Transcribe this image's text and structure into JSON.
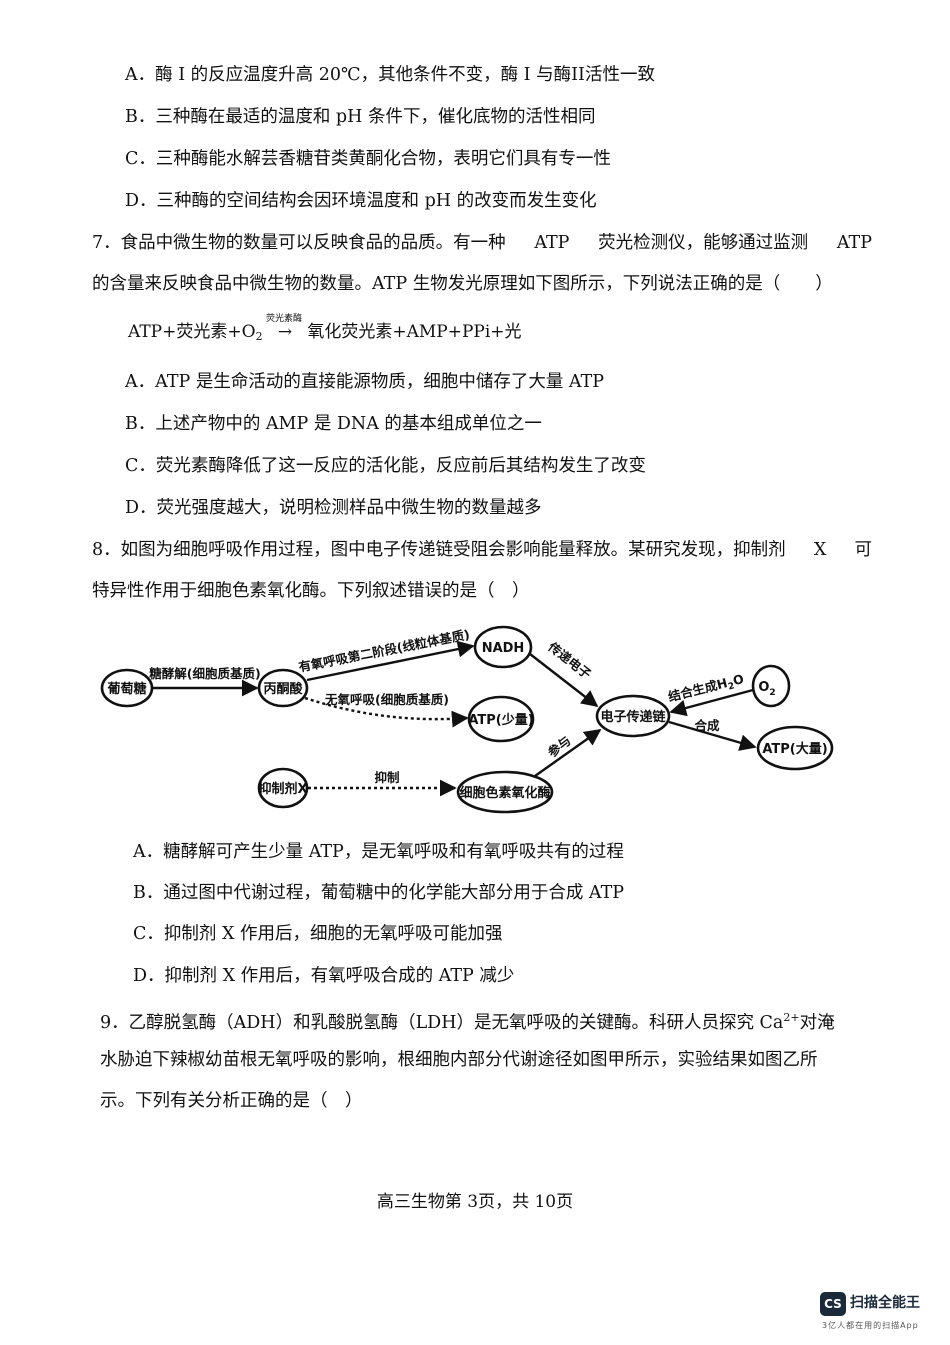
{
  "q6": {
    "options": [
      "A．酶 I 的反应温度升高 20℃，其他条件不变，酶 I 与酶II活性一致",
      "B．三种酶在最适的温度和 pH 条件下，催化底物的活性相同",
      "C．三种酶能水解芸香糖苷类黄酮化合物，表明它们具有专一性",
      "D．三种酶的空间结构会因环境温度和 pH 的改变而发生变化"
    ]
  },
  "q7": {
    "stem_line1_parts": [
      "7．食品中微生物的数量可以反映食品的品质。有一种",
      "ATP",
      "荧光检测仪，能够通过监测",
      "ATP"
    ],
    "stem_line2": "的含量来反映食品中微生物的数量。ATP 生物发光原理如下图所示，下列说法正确的是（　　）",
    "equation": {
      "left": "ATP+荧光素+O",
      "left_sub": "2",
      "catalyst": "荧光素酶",
      "arrow": "→",
      "right": "氧化荧光素+AMP+PPi+光"
    },
    "options": [
      "A．ATP 是生命活动的直接能源物质，细胞中储存了大量 ATP",
      "B．上述产物中的 AMP 是 DNA 的基本组成单位之一",
      "C．荧光素酶降低了这一反应的活化能，反应前后其结构发生了改变",
      "D．荧光强度越大，说明检测样品中微生物的数量越多"
    ]
  },
  "q8": {
    "stem_line1_parts": [
      "8．如图为细胞呼吸作用过程，图中电子传递链受阻会影响能量释放。某研究发现，抑制剂",
      "X",
      "可"
    ],
    "stem_line2": "特异性作用于细胞色素氧化酶。下列叙述错误的是（　）",
    "diagram": {
      "glucose": "葡萄糖",
      "glycolysis": "糖酵解(细胞质基质)",
      "pyruvate": "丙酮酸",
      "aerobic_stage2": "有氧呼吸第二阶段(线粒体基质)",
      "nadh": "NADH",
      "transfer_e": "传递电子",
      "anaerobic": "无氧呼吸(细胞质基质)",
      "atp_small": "ATP(少量)",
      "etc": "电子传递链",
      "combine_h2o": "结合生成H",
      "h2o_sub": "2",
      "h2o_o": "O",
      "o2": "O",
      "o2_sub": "2",
      "synthesis": "合成",
      "atp_large": "ATP(大量)",
      "inhibitor": "抑制剂X",
      "inhibit": "抑制",
      "cyt_oxidase": "细胞色素氧化酶",
      "participate": "参与"
    },
    "options": [
      "A．糖酵解可产生少量 ATP，是无氧呼吸和有氧呼吸共有的过程",
      "B．通过图中代谢过程，葡萄糖中的化学能大部分用于合成 ATP",
      "C．抑制剂 X 作用后，细胞的无氧呼吸可能加强",
      "D．抑制剂 X 作用后，有氧呼吸合成的 ATP 减少"
    ]
  },
  "q9": {
    "line1_before": "9．乙醇脱氢酶（ADH）和乳酸脱氢酶（LDH）是无氧呼吸的关键酶。科研人员探究 Ca",
    "line1_sup": "2+",
    "line1_after": "对淹",
    "line2": "水胁迫下辣椒幼苗根无氧呼吸的影响，根细胞内部分代谢途径如图甲所示，实验结果如图乙所",
    "line3": "示。下列有关分析正确的是（　）"
  },
  "footer": "高三生物第 3页，共 10页",
  "watermark": {
    "box": "CS",
    "name": "扫描全能王",
    "tagline": "3亿人都在用的扫描App"
  }
}
